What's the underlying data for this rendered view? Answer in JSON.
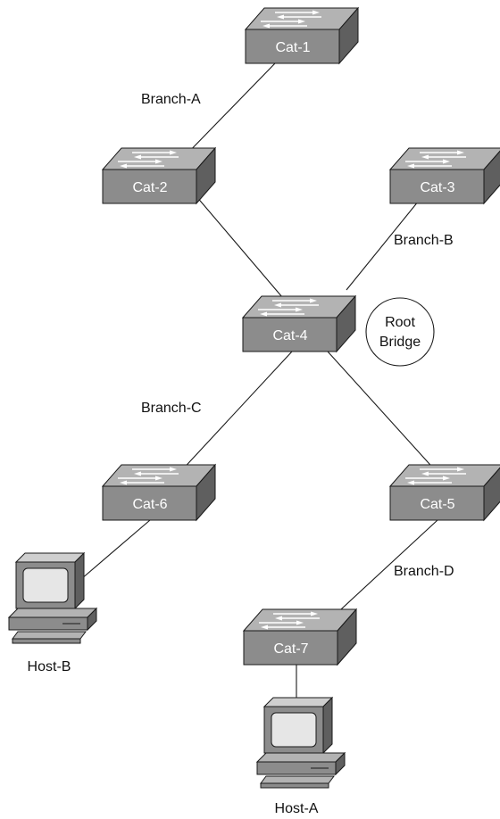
{
  "switches": {
    "cat1": "Cat-1",
    "cat2": "Cat-2",
    "cat3": "Cat-3",
    "cat4": "Cat-4",
    "cat5": "Cat-5",
    "cat6": "Cat-6",
    "cat7": "Cat-7"
  },
  "branches": {
    "a": "Branch-A",
    "b": "Branch-B",
    "c": "Branch-C",
    "d": "Branch-D"
  },
  "hosts": {
    "a": "Host-A",
    "b": "Host-B"
  },
  "root_bridge": {
    "line1": "Root",
    "line2": "Bridge"
  },
  "colors": {
    "switch_front": "#8c8c8c",
    "switch_top": "#b0b0b0",
    "switch_side": "#5f5f5f",
    "line": "#1a1a1a"
  },
  "icons": {
    "switch": "switch-icon",
    "host": "workstation-icon"
  }
}
